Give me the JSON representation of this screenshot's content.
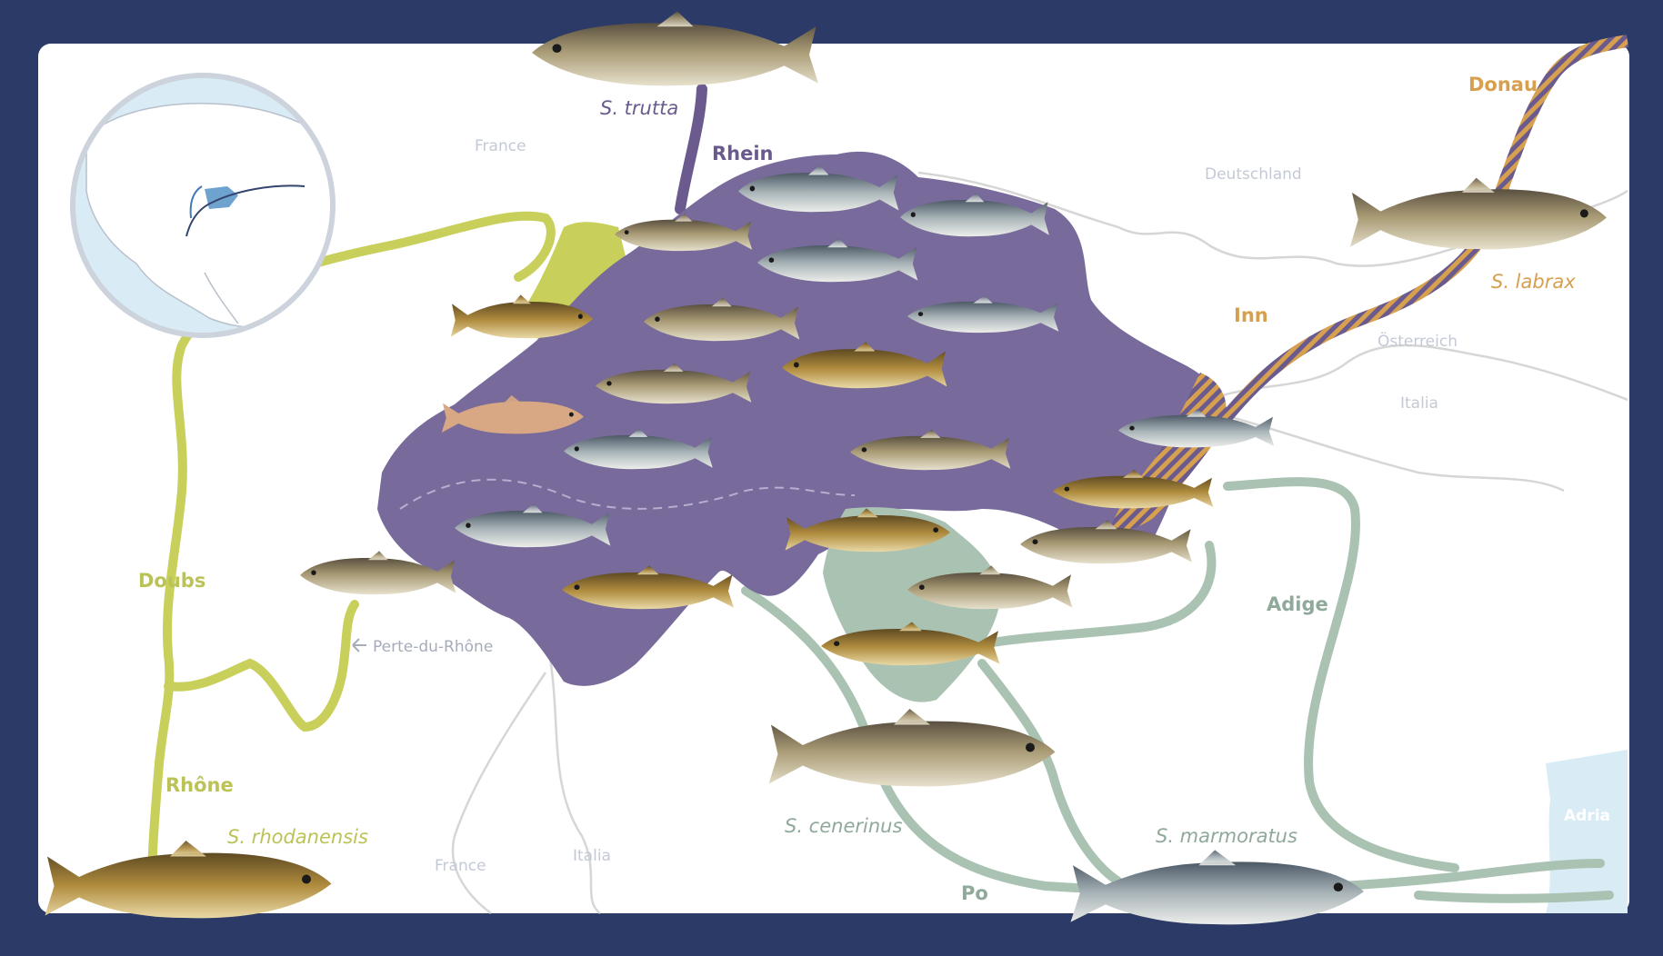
{
  "countries": {
    "france_north": "France",
    "deutschland": "Deutschland",
    "osterreich": "Österreich",
    "italia_east": "Italia",
    "france_south": "France",
    "italia_south": "Italia"
  },
  "rivers": {
    "rhein": "Rhein",
    "donau": "Donau",
    "inn": "Inn",
    "doubs": "Doubs",
    "rhone": "Rhône",
    "adige": "Adige",
    "po": "Po"
  },
  "species": {
    "trutta": "S. trutta",
    "labrax": "S. labrax",
    "rhodanensis": "S. rhodanensis",
    "cenerinus": "S. cenerinus",
    "marmoratus": "S. marmoratus"
  },
  "places": {
    "perte_du_rhone": "Perte-du-Rhône",
    "adria": "Adria"
  },
  "colors": {
    "frame": "#2b3a66",
    "switzerland": "#786a9a",
    "rhine_river": "#6a5a8e",
    "rhone_doubs_river": "#c8cf5a",
    "po_adige_river": "#a9c2b2",
    "danube_river": "#d7a04e",
    "sea": "#d9ecf5"
  },
  "icons": [
    "locator-globe-icon",
    "trout-illustration-icon",
    "arrow-left-icon"
  ]
}
